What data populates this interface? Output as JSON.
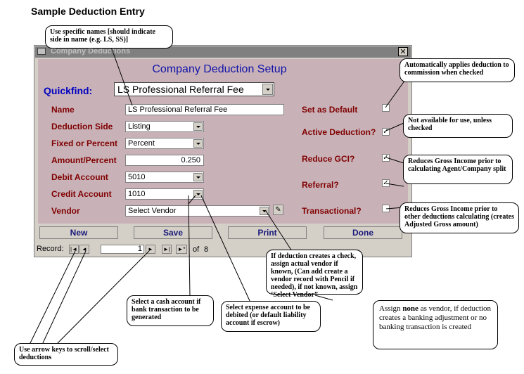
{
  "doc_title": "Sample Deduction Entry",
  "window": {
    "title": "Company Deductions",
    "close_glyph": "✕",
    "form_title": "Company Deduction Setup"
  },
  "quickfind": {
    "label": "Quickfind:",
    "value": "LS Professional Referral Fee"
  },
  "fields": {
    "name": {
      "label": "Name",
      "value": "LS Professional Referral Fee"
    },
    "deduction_side": {
      "label": "Deduction Side",
      "value": "Listing"
    },
    "fixed_or_percent": {
      "label": "Fixed or Percent",
      "value": "Percent"
    },
    "amount_percent": {
      "label": "Amount/Percent",
      "value": "0.250"
    },
    "debit_account": {
      "label": "Debit Account",
      "value": "5010"
    },
    "credit_account": {
      "label": "Credit Account",
      "value": "1010"
    },
    "vendor": {
      "label": "Vendor",
      "value": "Select Vendor"
    }
  },
  "checks": {
    "set_as_default": {
      "label": "Set as Default",
      "checked": false
    },
    "active_deduction": {
      "label": "Active Deduction?",
      "checked": true
    },
    "reduce_gci": {
      "label": "Reduce GCI?",
      "checked": true
    },
    "referral": {
      "label": "Referral?",
      "checked": true
    },
    "transactional": {
      "label": "Transactional?",
      "checked": false
    }
  },
  "check_glyph": "✓",
  "buttons": {
    "new": "New",
    "save": "Save",
    "print": "Print",
    "done": "Done"
  },
  "record_nav": {
    "label": "Record:",
    "current": "1",
    "of_text": "of",
    "total": "8",
    "first": "|◄",
    "prev": "◄",
    "next": "►",
    "last": "►|",
    "new": "►*"
  },
  "callouts": {
    "specific_names": "Use specific names [should indicate side in name (e.g. LS, SS)]",
    "auto_apply": "Automatically applies deduction to commission when checked",
    "not_available": "Not available for use, unless checked",
    "reduces_gci_split": "Reduces Gross Income prior to calculating Agent/Company split",
    "reduces_gci_adjusted": "Reduces Gross Income prior to other deductions calculating (creates Adjusted Gross amount)",
    "vendor_check": "If deduction creates a check, assign actual vendor if known, (Can add create a vendor record with Pencil if needed), if not known, assign ‘Select Vendor”",
    "vendor_none_pre": "Assign",
    "vendor_none_bold": "none",
    "vendor_none_post": "as vendor, if deduction creates a banking adjustment or no banking transaction is created",
    "cash_account": "Select a cash account if bank transaction to be generated",
    "expense_account": "Select expense account to be debited (or default liability account if escrow)",
    "arrow_keys": "Use arrow keys to scroll/select deductions"
  }
}
